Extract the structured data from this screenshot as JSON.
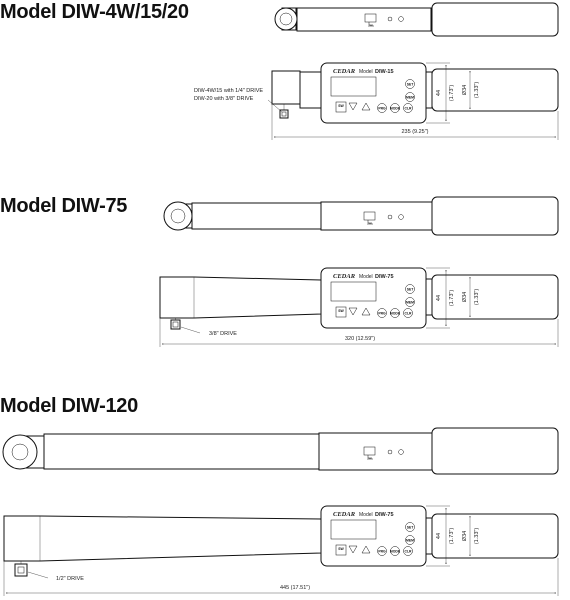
{
  "sections": [
    {
      "title": "Model DIW-4W/15/20",
      "display_model": "DIW-15",
      "drive_note_line1": "DIW-4W/15 with 1/4\" DRIVE",
      "drive_note_line2": "DIW-20 with 3/8\" DRIVE",
      "length": "235 (9.25\")",
      "height_mm": "44",
      "height_in": "(1.73\")",
      "diameter_mm": "Ø34",
      "diameter_in": "(1.33\")"
    },
    {
      "title": "Model DIW-75",
      "display_model": "DIW-75",
      "drive_note": "3/8\" DRIVE",
      "length": "320 (12.59\")",
      "height_mm": "44",
      "height_in": "(1.73\")",
      "diameter_mm": "Ø34",
      "diameter_in": "(1.33\")"
    },
    {
      "title": "Model DIW-120",
      "display_model": "DIW-75",
      "drive_note": "1/2\" DRIVE",
      "length": "445 (17.51\")",
      "height_mm": "44",
      "height_in": "(1.73\")",
      "diameter_mm": "Ø34",
      "diameter_in": "(1.33\")"
    }
  ],
  "panel": {
    "brand": "CEDAR",
    "model_prefix": "Model",
    "buttons": {
      "set": "SET",
      "mem": "MEM",
      "prg": "PRG",
      "mode": "MODE",
      "clr": "CLR",
      "sw": "SW"
    }
  }
}
